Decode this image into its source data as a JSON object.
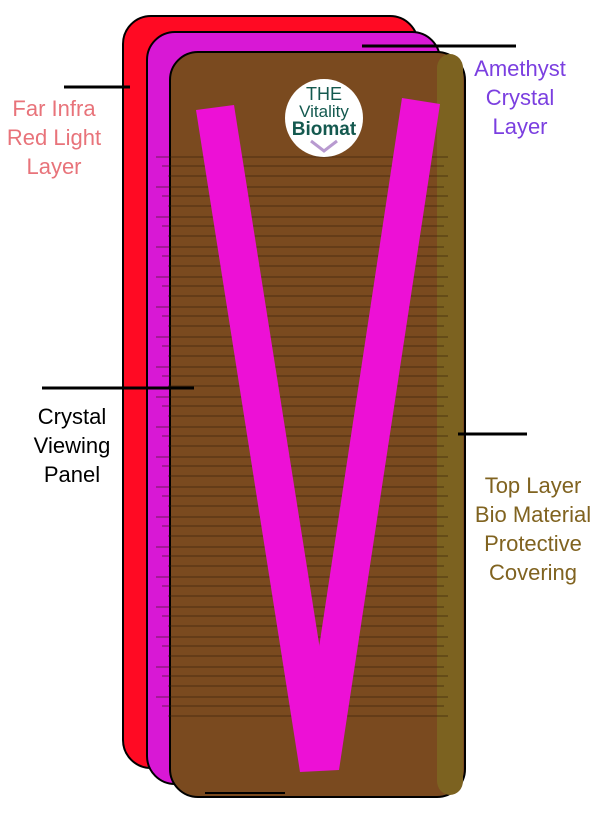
{
  "colors": {
    "far_infra_red": "#ff0a23",
    "amethyst": "#d818d5",
    "bio_cover": "#7a4a1f",
    "bio_edge": "#7c6220",
    "crystal_stripe": "#ed10d6",
    "logo_text": "#14594f",
    "far_infra_label": "#e8737a",
    "amethyst_label": "#7b3fe0",
    "panel_label": "#000000",
    "top_layer_label": "#806320"
  },
  "logo": {
    "line1": "THE",
    "line2": "Vitality",
    "line3": "Biomat",
    "icon": "chevron-down-icon"
  },
  "labels": {
    "far_infra_red": [
      "Far Infra",
      "Red Light",
      "Layer"
    ],
    "amethyst": [
      "Amethyst",
      "Crystal",
      "Layer"
    ],
    "crystal_panel": [
      "Crystal",
      "Viewing",
      "Panel"
    ],
    "top_layer": [
      "Top Layer",
      "Bio Material",
      "Protective",
      "Covering"
    ]
  }
}
